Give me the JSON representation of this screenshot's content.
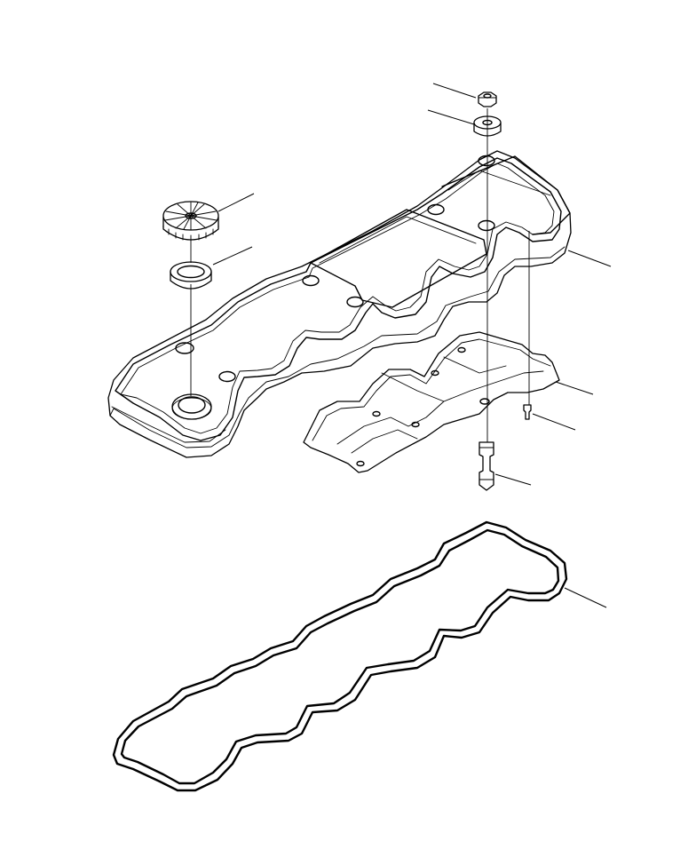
{
  "diagram": {
    "parts": [
      {
        "id": "nut",
        "icon": "hex-nut"
      },
      {
        "id": "washer-grommet",
        "icon": "grommet"
      },
      {
        "id": "breather-cap",
        "icon": "ribbed-cap"
      },
      {
        "id": "seal-ring",
        "icon": "o-ring"
      },
      {
        "id": "valve-cover",
        "icon": "rocker-cover"
      },
      {
        "id": "oil-baffle-plate",
        "icon": "baffle"
      },
      {
        "id": "screw",
        "icon": "screw"
      },
      {
        "id": "stud",
        "icon": "stud"
      },
      {
        "id": "cover-gasket",
        "icon": "gasket"
      }
    ],
    "colors": {
      "ink": "#000000",
      "background": "#ffffff"
    }
  }
}
